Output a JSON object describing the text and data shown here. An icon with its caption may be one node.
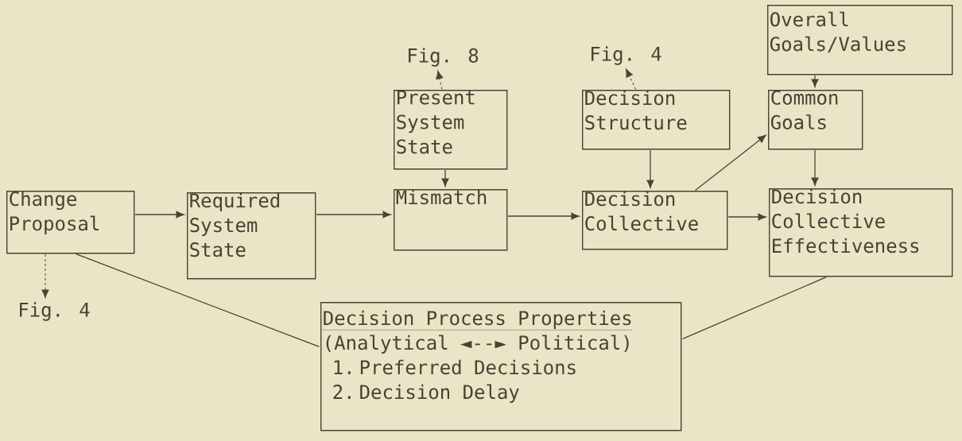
{
  "diagram": {
    "nodes": [
      {
        "text": [
          "Change Proposal"
        ]
      },
      {
        "text": [
          "Required System State"
        ]
      },
      {
        "text": [
          "Present System State"
        ]
      },
      {
        "text": [
          "Mismatch"
        ]
      },
      {
        "text": [
          "Decision Structure"
        ]
      },
      {
        "text": [
          "Decision Collective"
        ]
      },
      {
        "text": [
          "Overall Goals/Values"
        ]
      },
      {
        "text": [
          "Common Goals"
        ]
      },
      {
        "text": [
          "Decision Collective Effectiveness"
        ]
      },
      {
        "text": [
          "Decision Process Properties",
          "(Analytical ◄--► Political)",
          "1. Preferred Decisions",
          "2. Decision Delay"
        ]
      },
      {
        "text": [
          "Fig. 8"
        ]
      },
      {
        "text": [
          "Fig. 4"
        ]
      },
      {
        "text": [
          "Fig. 4"
        ]
      }
    ],
    "edges": [
      {
        "from": 0,
        "to": 1,
        "arrow": "to"
      },
      {
        "from": 1,
        "to": 3,
        "arrow": "to"
      },
      {
        "from": 2,
        "to": 3,
        "arrow": "to"
      },
      {
        "from": 3,
        "to": 5,
        "arrow": "to"
      },
      {
        "from": 4,
        "to": 5,
        "arrow": "to"
      },
      {
        "from": 5,
        "to": 8,
        "arrow": "to"
      },
      {
        "from": 6,
        "to": 7,
        "arrow": "to"
      },
      {
        "from": 7,
        "to": 8,
        "arrow": "to"
      },
      {
        "from": 5,
        "to": 7,
        "arrow": "to"
      },
      {
        "from": 2,
        "to": 10,
        "arrow": "to",
        "style": "dashed"
      },
      {
        "from": 4,
        "to": 11,
        "arrow": "to",
        "style": "dashed"
      },
      {
        "from": 0,
        "to": 12,
        "arrow": "to",
        "style": "dashed"
      },
      {
        "from": 0,
        "to": 9,
        "arrow": "none"
      },
      {
        "from": 8,
        "to": 9,
        "arrow": "none"
      }
    ]
  }
}
